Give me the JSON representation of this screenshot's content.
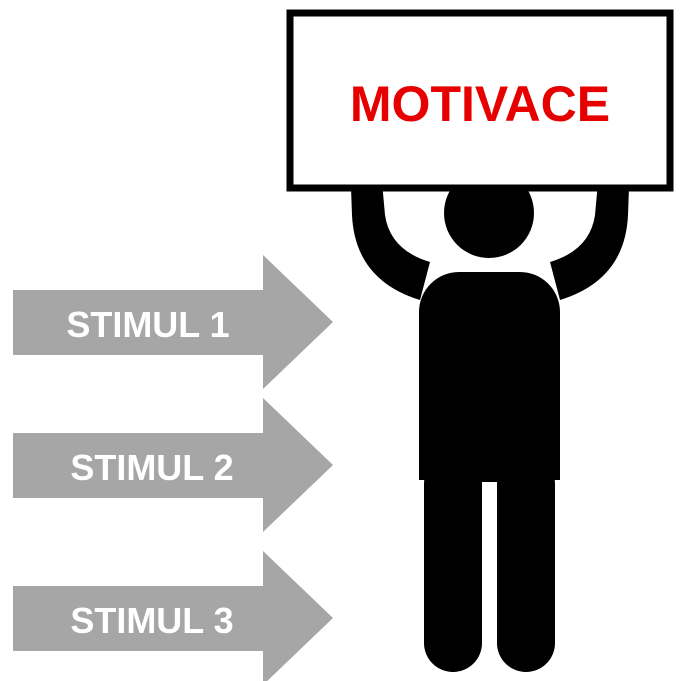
{
  "sign": {
    "text": "MOTIVACE",
    "text_color": "#E60000",
    "border_color": "#000000",
    "background_color": "#FFFFFF"
  },
  "figure": {
    "icon": "person-holding-sign-icon",
    "color": "#000000"
  },
  "stimuli": [
    {
      "label": "STIMUL 1"
    },
    {
      "label": "STIMUL 2"
    },
    {
      "label": "STIMUL 3"
    }
  ],
  "arrow_style": {
    "fill_color": "#A6A6A6",
    "text_color": "#FFFFFF"
  }
}
